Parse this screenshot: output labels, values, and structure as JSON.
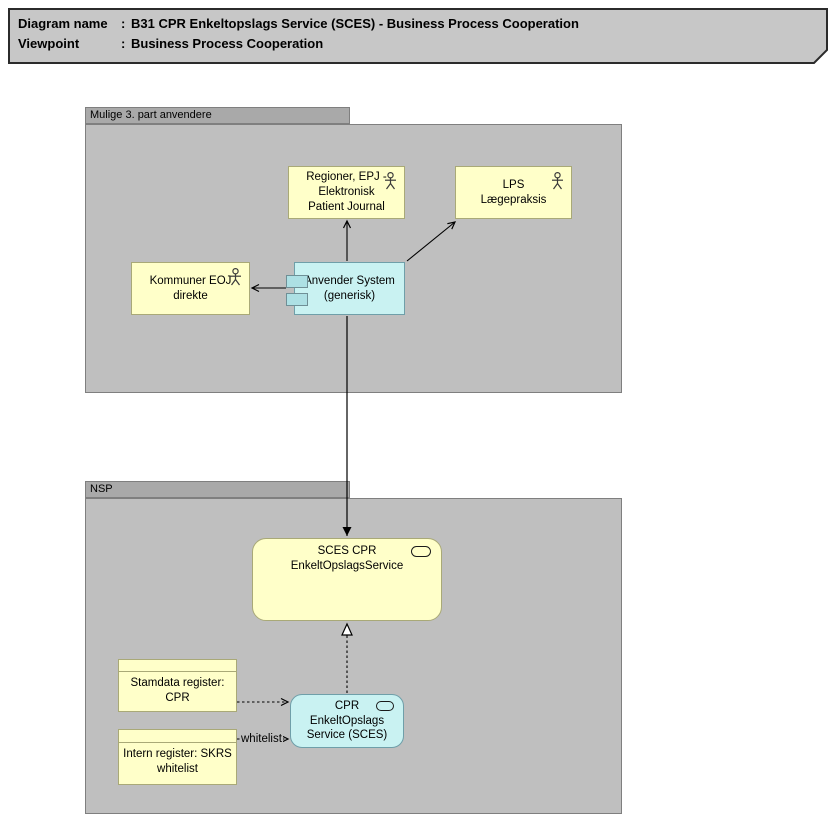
{
  "title_note": {
    "rows": [
      {
        "label": "Diagram name",
        "sep": ":",
        "value": "B31 CPR Enkeltopslags Service (SCES) - Business Process Cooperation"
      },
      {
        "label": "Viewpoint",
        "sep": ":",
        "value": "Business Process Cooperation"
      }
    ]
  },
  "groups": {
    "third_party": {
      "label": "Mulige 3. part anvendere"
    },
    "nsp": {
      "label": "NSP"
    }
  },
  "nodes": {
    "regioner": {
      "label": "Regioner, EPJ -\nElektronisk\nPatient Journal",
      "icon": "actor-icon"
    },
    "lps": {
      "label": "LPS\nLægepraksis",
      "icon": "actor-icon"
    },
    "kommuner": {
      "label": "Kommuner EOJ\ndirekte",
      "icon": "actor-icon"
    },
    "anvender": {
      "label": "Anvender System\n(generisk)",
      "icon": "component-icon"
    },
    "sces_service": {
      "label": "SCES CPR\nEnkeltOpslagsService",
      "icon": "service-icon"
    },
    "stamdata": {
      "label": "Stamdata register:\nCPR"
    },
    "intern": {
      "label": "Intern register: SKRS\nwhitelist"
    },
    "cpr_service": {
      "label": "CPR\nEnkeltOpslags\nService (SCES)",
      "icon": "service-icon"
    }
  },
  "connections": {
    "whitelist_label": "whitelist"
  },
  "colors": {
    "node_yellow_fill": "#FFFFC9",
    "node_yellow_border": "#A9A977",
    "node_cyan_fill": "#C9F2F2",
    "node_cyan_border": "#6F9FA9",
    "group_body": "#BFBFBF",
    "group_tab": "#A9A9A9",
    "note_fill": "#C7C7C7",
    "line": "#000000"
  }
}
